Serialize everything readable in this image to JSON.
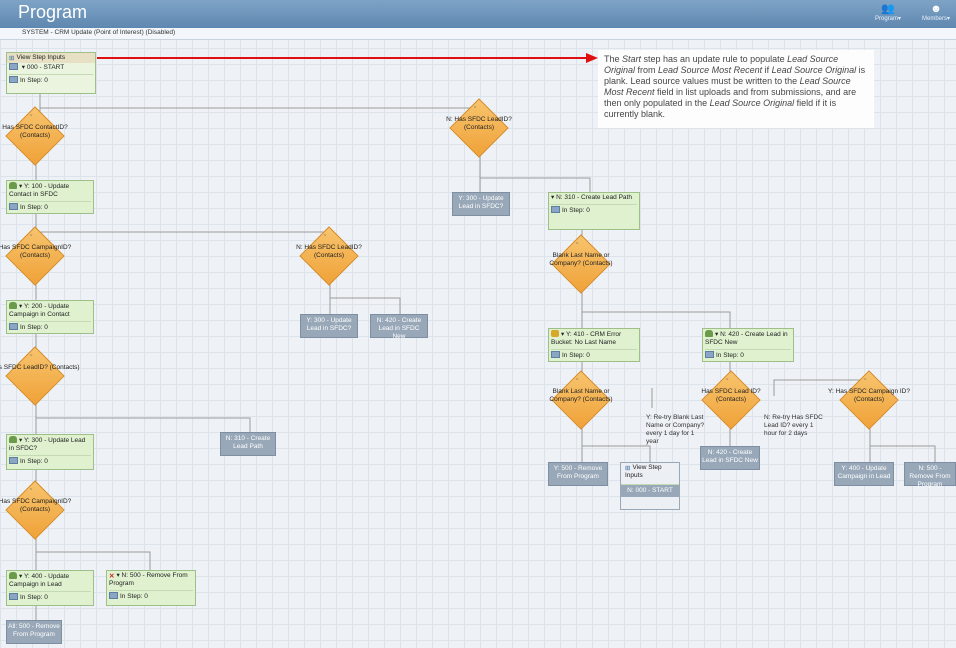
{
  "header": {
    "title": "Program",
    "nav": [
      {
        "label": "Program▾",
        "icon": "people-icon"
      },
      {
        "label": "Members▾",
        "icon": "member-icon"
      }
    ]
  },
  "system_bar": {
    "text": "SYSTEM - CRM Update (Point of Interest) (Disabled)"
  },
  "callout": {
    "html": "The <i>Start</i> step has an update rule to populate <i>Lead Source Original</i> from <i>Lead Source Most Recent</i> if <i>Lead Source Original</i> is plank. Lead source values must be written to the <i>Lead Source Most Recent</i> field in list uploads and from submissions, and are then only populated in the <i>Lead Source Original</i> field if it is currently blank."
  },
  "steps": {
    "start": {
      "header": "View Step Inputs",
      "title": "000 - START",
      "instep": "In Step: 0"
    },
    "s100": {
      "title": "Y: 100 - Update Contact in SFDC",
      "instep": "In Step: 0"
    },
    "s200": {
      "title": "Y: 200 - Update Campaign in Contact",
      "instep": "In Step: 0"
    },
    "s300": {
      "title": "Y: 300 - Update Lead in SFDC?",
      "instep": "In Step: 0"
    },
    "s400": {
      "title": "Y: 400 - Update Campaign in Lead",
      "instep": "In Step: 0"
    },
    "s500n": {
      "title": "N: 500 - Remove From Program",
      "instep": "In Step: 0"
    },
    "s310r": {
      "title": "N: 310 - Create Lead Path",
      "instep": "In Step: 0"
    },
    "s410": {
      "title": "Y: 410 - CRM Error Bucket: No Last Name",
      "instep": "In Step: 0"
    },
    "s420r": {
      "title": "N: 420 - Create Lead in SFDC New",
      "instep": "In Step: 0"
    }
  },
  "gray": {
    "g300r": "Y: 300 - Update Lead in SFDC?",
    "g300m": "Y: 300 - Update Lead in SFDC?",
    "g420m": "N: 420 - Create Lead in SFDC New",
    "g310": "N: 310 - Create Lead Path",
    "g500all": "All: 500 - Remove From Program",
    "g500y": "Y: 500 - Remove From Program",
    "g420b": "N: 420 - Create Lead in SFDC New",
    "g400b": "Y: 400 - Update Campaign in Lead",
    "g500b": "N: 500 - Remove From Program"
  },
  "view_inputs": {
    "header": "View Step Inputs",
    "footer": "N: 000 - START"
  },
  "diamonds": {
    "d1": "Has SFDC ContactID? (Contacts)",
    "d2": "N: Has SFDC LeadID? (Contacts)",
    "d3": "Has SFDC CampaignID? (Contacts)",
    "d4": "N: Has SFDC LeadID? (Contacts)",
    "d5": "Blank Last Name or Company? (Contacts)",
    "d6": "Has SFDC LeadID? (Contacts)",
    "d7": "Blank Last Name or Company? (Contacts)",
    "d8": "Has SFDC Lead ID? (Contacts)",
    "d9": "Y: Has SFDC Campaign ID? (Contacts)",
    "d10": "Has SFDC CampaignID? (Contacts)"
  },
  "notes": {
    "retry1": "Y: Re-try Blank Last Name or Company? every 1 day for 1 year",
    "retry2": "N: Re-try Has SFDC Lead ID? every 1 hour for 2 days"
  },
  "colors": {
    "header": "#5f88b0",
    "step": "#dff1cf",
    "gray": "#98a8b8",
    "diamond": "#f0a238",
    "arrow": "#e01010"
  }
}
